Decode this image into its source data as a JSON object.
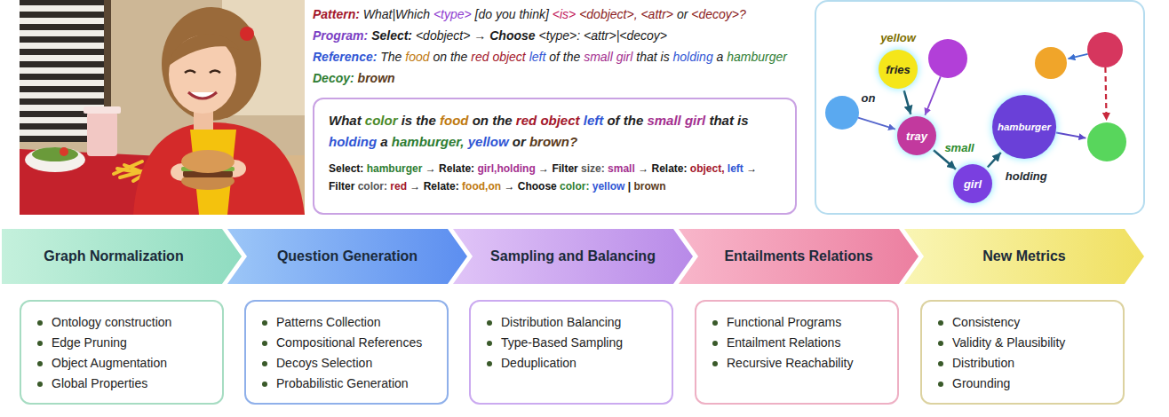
{
  "diagram": {
    "nodes": [
      {
        "text": [
          "What color is the food on the red object left of the small girl that is holding a hamburger, yellow or brown?",
          "Select: hamburger → Relate: girl,holding → Filter size: small → Relate: object, left → Filter color: red → Relate: food,on → Choose color: yellow | brown"
        ]
      },
      {
        "text": [
          "fries"
        ]
      },
      {
        "text": [
          "tray"
        ]
      },
      {
        "text": [
          "girl"
        ]
      },
      {
        "text": [
          "hamburger"
        ]
      },
      {
        "text": [
          "Graph Normalization"
        ]
      },
      {
        "text": [
          "Question Generation"
        ]
      },
      {
        "text": [
          "Sampling and Balancing"
        ]
      },
      {
        "text": [
          "Entailments Relations"
        ]
      },
      {
        "text": [
          "New Metrics"
        ]
      },
      {
        "text": [
          "Ontology construction",
          "Edge Pruning",
          "Object Augmentation",
          "Global Properties"
        ]
      },
      {
        "text": [
          "Patterns Collection",
          "Compositional References",
          "Decoys Selection",
          "Probabilistic Generation"
        ]
      },
      {
        "text": [
          "Distribution Balancing",
          "Type-Based Sampling",
          "Deduplication"
        ]
      },
      {
        "text": [
          "Functional Programs",
          "Entailment Relations",
          "Recursive Reachability"
        ]
      },
      {
        "text": [
          "Consistency",
          "Validity & Plausibility",
          "Distribution",
          "Grounding"
        ]
      }
    ],
    "edges": [
      {
        "from": 1,
        "to": 2,
        "label": "on",
        "arrow": "to"
      },
      {
        "from": 2,
        "to": 3,
        "arrow": "to"
      },
      {
        "from": 3,
        "to": 4,
        "label": "holding",
        "arrow": "to"
      }
    ],
    "labels": [
      "Pattern: What|Which <type> [do you think] <is> <dobject>, <attr> or <decoy>?",
      "Program: Select: <dobject> → Choose <type>: <attr>|<decoy>",
      "Reference: The food on the red object left of the small girl that is holding a hamburger",
      "Decoy: brown",
      "yellow",
      "small"
    ]
  }
}
